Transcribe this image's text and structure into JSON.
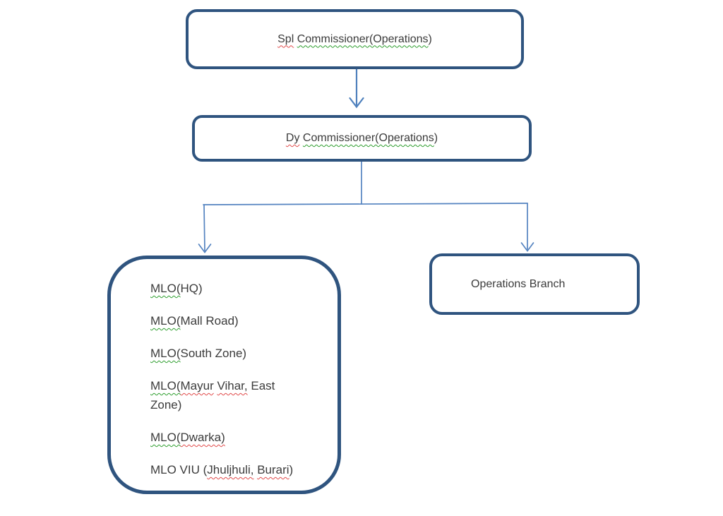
{
  "diagram": {
    "title": "Operations wing organization chart",
    "colors": {
      "box_border": "#2f547f",
      "connector_blue": "#5483c0",
      "text": "#3b3b3b",
      "spellcheck_red": "#e14b4b",
      "grammar_green": "#2e9e2e",
      "background": "#ffffff"
    },
    "nodes": {
      "spl_commissioner": {
        "text": "Spl Commissioner(Operations)",
        "segments": [
          {
            "t": "Spl",
            "u": "red"
          },
          {
            "t": " "
          },
          {
            "t": "Commissioner(Operations",
            "u": "green"
          },
          {
            "t": ")"
          }
        ]
      },
      "dy_commissioner": {
        "text": "Dy Commissioner(Operations)",
        "segments": [
          {
            "t": "Dy",
            "u": "red"
          },
          {
            "t": " "
          },
          {
            "t": "Commissioner(Operations",
            "u": "green"
          },
          {
            "t": ")"
          }
        ]
      },
      "mlo_list": {
        "items": [
          {
            "text": "MLO(HQ)",
            "segments": [
              {
                "t": "MLO(",
                "u": "green"
              },
              {
                "t": "HQ)"
              }
            ]
          },
          {
            "text": "MLO(Mall Road)",
            "segments": [
              {
                "t": "MLO(",
                "u": "green"
              },
              {
                "t": "Mall Road)"
              }
            ]
          },
          {
            "text": "MLO(South Zone)",
            "segments": [
              {
                "t": "MLO(",
                "u": "green"
              },
              {
                "t": "South Zone)"
              }
            ]
          },
          {
            "text": "MLO(Mayur Vihar, East Zone)",
            "segments": [
              {
                "t": "MLO(",
                "u": "green"
              },
              {
                "t": "Mayur",
                "u": "red"
              },
              {
                "t": " "
              },
              {
                "t": "Vihar,",
                "u": "red"
              },
              {
                "t": " East"
              },
              {
                "t": "\n"
              },
              {
                "t": "Zone)"
              }
            ]
          },
          {
            "text": "MLO(Dwarka)",
            "segments": [
              {
                "t": "MLO(",
                "u": "green"
              },
              {
                "t": "Dwarka)",
                "u": "red"
              }
            ]
          },
          {
            "text": "MLO VIU (Jhuljhuli, Burari)",
            "segments": [
              {
                "t": "MLO VIU ("
              },
              {
                "t": "Jhuljhuli,",
                "u": "red"
              },
              {
                "t": " "
              },
              {
                "t": "Burari",
                "u": "red"
              },
              {
                "t": ")"
              }
            ]
          }
        ]
      },
      "operations_branch": {
        "text": "Operations Branch",
        "segments": [
          {
            "t": "Operations Branch"
          }
        ]
      }
    },
    "connectors": [
      {
        "from": "spl_commissioner",
        "to": "dy_commissioner",
        "style": "arrow-down"
      },
      {
        "from": "dy_commissioner",
        "to": "mlo_list",
        "style": "arrow-down"
      },
      {
        "from": "dy_commissioner",
        "to": "operations_branch",
        "style": "arrow-down"
      }
    ]
  }
}
